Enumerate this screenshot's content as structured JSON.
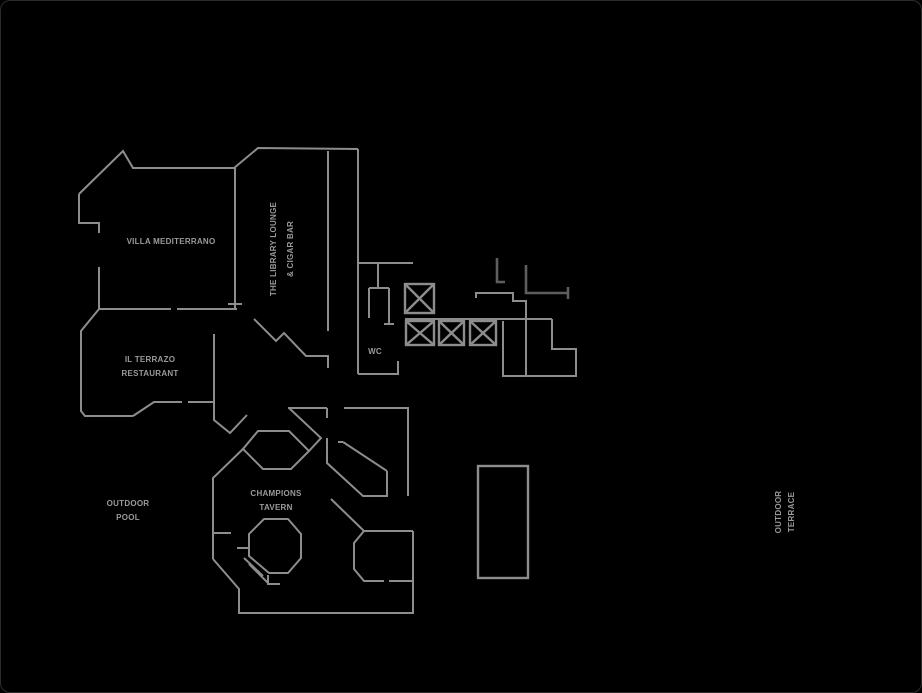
{
  "colors": {
    "background": "#000000",
    "wall": "#8d8d8d",
    "wall_dark": "#5e5e5e",
    "label": "#9a9a9a",
    "frame": "#2c2c2c"
  },
  "labels": {
    "villa": "VILLA MEDITERRANO",
    "library": [
      "THE LIBRARY LOUNGE",
      "& CIGAR BAR"
    ],
    "terrazo": [
      "IL TERRAZO",
      "RESTAURANT"
    ],
    "wc": "WC",
    "tavern": [
      "CHAMPIONS",
      "TAVERN"
    ],
    "pool": [
      "OUTDOOR",
      "POOL"
    ],
    "terrace": [
      "OUTDOOR",
      "TERRACE"
    ]
  }
}
